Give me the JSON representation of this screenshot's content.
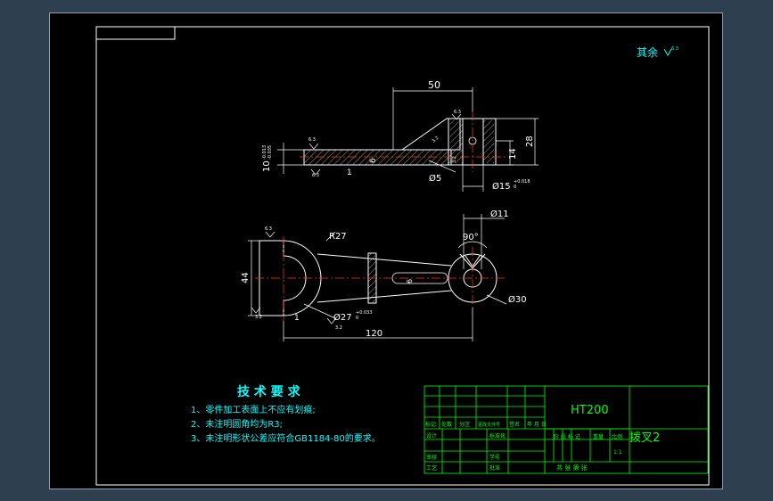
{
  "colors": {
    "background": "#2e3f50",
    "sheet": "#000000",
    "outline": "#ffffff",
    "dimension": "#ffffff",
    "centerline": "#ff3333",
    "hatch": "#ffffff",
    "text_cyan": "#00ffff",
    "table_green": "#00ff00"
  },
  "surface_finish": {
    "label": "其余",
    "value": "6.3"
  },
  "top_view": {
    "dims": {
      "len50": "50",
      "h10": "10",
      "tol10": "-0.013\n-0.035",
      "d5": "Ø5",
      "d15": "Ø15",
      "tol15": "+0.018\n0",
      "h14": "14",
      "h28": "28",
      "r1": "1",
      "s6": "6",
      "rough_a": "6.3",
      "rough_b": "6.3",
      "rough_c": "6.3",
      "rough_d": "3.2",
      "rough_e": "3.2"
    }
  },
  "front_view": {
    "dims": {
      "r27": "R27",
      "h44": "44",
      "d27": "Ø27",
      "tol27": "+0.033\n0",
      "r1": "1",
      "len120": "120",
      "d11": "Ø11",
      "ang90": "90°",
      "d30": "Ø30",
      "s6": "6",
      "rough_a": "6.3",
      "rough_b": "3.2",
      "rough_c": "3.2"
    }
  },
  "tech": {
    "title": "技 术 要 求",
    "items": [
      "1、零件加工表面上不应有划痕;",
      "2、未注明圆角均为R3;",
      "3、未注明形状公差应符合GB1184-80的要求。"
    ]
  },
  "title_block": {
    "material": "HT200",
    "part_name": "拨叉2",
    "rev_headers": [
      "标记",
      "处数",
      "分区",
      "更改文件号",
      "签名",
      "年 月 日"
    ],
    "sig_rows": {
      "design": "设计",
      "standardize": "标准化",
      "check": "审核",
      "process": "工艺",
      "approve": "批准",
      "student_id": "学号"
    },
    "stage_labels": "阶 段 标 记",
    "weight": "重量",
    "scale": "比例",
    "scale_value": "1:1",
    "sheets": "共   张  第   张"
  }
}
